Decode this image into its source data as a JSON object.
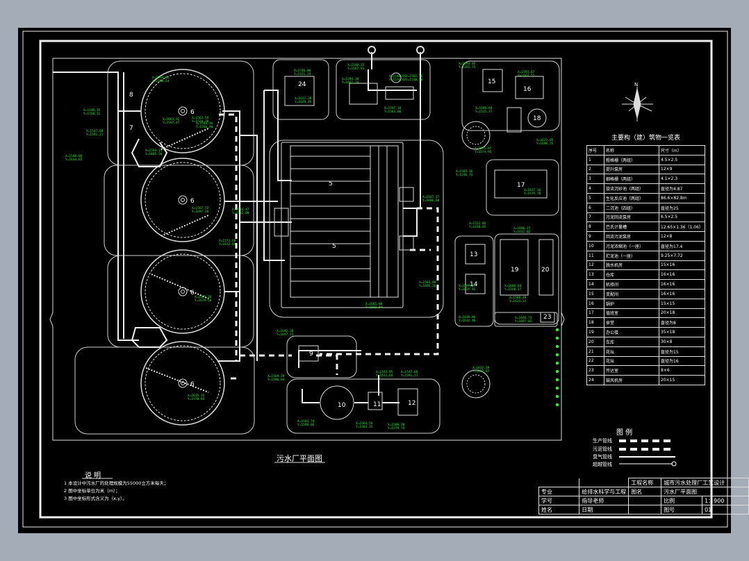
{
  "drawing_title": "污水厂平面图",
  "north_label": "N",
  "notes": {
    "heading": "说 明",
    "lines": [
      "1 本设计中污水厂的处理规模为55000立方米每天；",
      "2 图中坐标单位为米（m）；",
      "3 图中坐标形式含义为（x,y）。"
    ]
  },
  "structures_table": {
    "title": "主要构（建）筑物一览表",
    "headers": [
      "序号",
      "名称",
      "尺寸（m）"
    ],
    "rows": [
      [
        "1",
        "粗格栅（两组）",
        "4.5×2.5"
      ],
      [
        "2",
        "提升泵房",
        "12×9"
      ],
      [
        "3",
        "细格栅（两组）",
        "4.1×2.3"
      ],
      [
        "4",
        "旋流沉砂池（两组）",
        "直径为4.87"
      ],
      [
        "5",
        "生化反应池（两组）",
        "86.6×82.8m"
      ],
      [
        "6",
        "二沉池（四组）",
        "直径为25"
      ],
      [
        "7",
        "污泥回流泵房",
        "6.5×2.5"
      ],
      [
        "8",
        "巴氏计量槽",
        "12.65×1.36（1.06）"
      ],
      [
        "9",
        "回流污泥泵房",
        "12×8"
      ],
      [
        "10",
        "污泥浓缩池（一座）",
        "直径为17.4"
      ],
      [
        "11",
        "贮泥池（一座）",
        "9.25×7.72"
      ],
      [
        "12",
        "脱水机房",
        "15×16"
      ],
      [
        "13",
        "仓库",
        "16×16"
      ],
      [
        "14",
        "机修间",
        "16×16"
      ],
      [
        "15",
        "变配间",
        "16×16"
      ],
      [
        "16",
        "锅炉",
        "15×15"
      ],
      [
        "17",
        "值班室",
        "20×18"
      ],
      [
        "18",
        "食堂",
        "直径为8"
      ],
      [
        "19",
        "办公楼",
        "35×18"
      ],
      [
        "20",
        "车库",
        "30×8"
      ],
      [
        "21",
        "花坛",
        "直径为15"
      ],
      [
        "22",
        "花坛",
        "直径为16"
      ],
      [
        "23",
        "传达室",
        "8×6"
      ],
      [
        "24",
        "鼓风机房",
        "20×15"
      ]
    ]
  },
  "pipe_legend": {
    "title": "图 例",
    "items": [
      "生产管线",
      "污泥管线",
      "臭气管线",
      "超越管线"
    ]
  },
  "title_block": {
    "project_label": "工程名称",
    "project_value": "城市污水处理厂工艺设计",
    "major_label": "专业",
    "major_value": "给排水科学与工程",
    "drawing_label": "图名",
    "drawing_value": "污水厂平面图",
    "student_label": "学号",
    "teacher_label": "指导老师",
    "scale_label": "比例",
    "scale_value": "1：900",
    "name_label": "姓名",
    "date_label": "日期",
    "sheet_label": "图号",
    "sheet_value": "01"
  },
  "building_numbers": [
    "8",
    "7",
    "6",
    "6",
    "6",
    "6",
    "5",
    "5",
    "24",
    "15",
    "16",
    "18",
    "17",
    "13",
    "14",
    "19",
    "20",
    "23",
    "9",
    "10",
    "11",
    "12"
  ],
  "coords": [
    "X=1593.65\nY=1560.54",
    "X=1548.15\nY=1550.11",
    "X=1663.92\nY=1597.47",
    "X=1547.68\nY=1591.21",
    "X=1594.15\nY=1605.50",
    "X=1548.06\nY=1634.65",
    "X=1563.59\nY=1524.20",
    "X=1544.94\nY=1536.40",
    "X=1546.86\nY=1521.23",
    "X=1617.18\nY=1629.45",
    "X=1548.23\nY=1567.81",
    "X=1594.18\nY=1682.14",
    "X=1548.81\nY=1576.02",
    "X=1501.56\nY=1510.50",
    "X=1597.16\nY=1561.06",
    "X=1593.45\nY=1593.75",
    "X=1569.84\nY=1525.37",
    "X=1575.67\nY=1574.95",
    "X=1623.05\nY=1696.25",
    "X=1583.16\nY=1536.74",
    "X=1617.34\nY=1575.78",
    "X=1547.27\nY=1606.68",
    "X=1573.69\nY=1612.01",
    "X=1514.47\nY=1512.08",
    "X=1522.05\nY=1610.02",
    "X=1606.27\nY=1611.02",
    "X=1563.99\nY=1695.26",
    "X=1601.08\nY=1693.04",
    "X=1599.07\nY=1625.92",
    "X=1606.64\nY=1550.27",
    "X=1588.49\nY=1624.11",
    "X=1639.86\nY=1612.46",
    "X=1646.73\nY=1607.02",
    "X=1632.39\nY=1617.07",
    "X=1642.28\nY=1697.23",
    "X=1569.39\nY=1596.64",
    "X=1593.95\nY=1613.64",
    "X=1547.68\nY=1591.21",
    "X=1583.74\nY=1599.66",
    "X=1564.59\nY=1583.25",
    "X=1509.20\nY=1579.74",
    "X=1615.15\nY=1578.64",
    "X=1565.10\nY=1679.50",
    "X=1567.72\nY=1697.10",
    "X=1593.67\nY=1667.55",
    "X=1618.47\nY=1575.07",
    "X=1511.60\nY=1608.96",
    "X=1616.46\nY=1580.18",
    "X=1527.30\nY=1607.71",
    "X=1599.64\nY=1647.47",
    "X=1564.25\nY=1599.85",
    "X=1618.06\nY=1621.27",
    "X=1563.12\nY=1614.73",
    "X=1555.82\nY=1607.28",
    "X=1593.39\nY=1613.21",
    "X=1528.09\nY=1568.54"
  ]
}
